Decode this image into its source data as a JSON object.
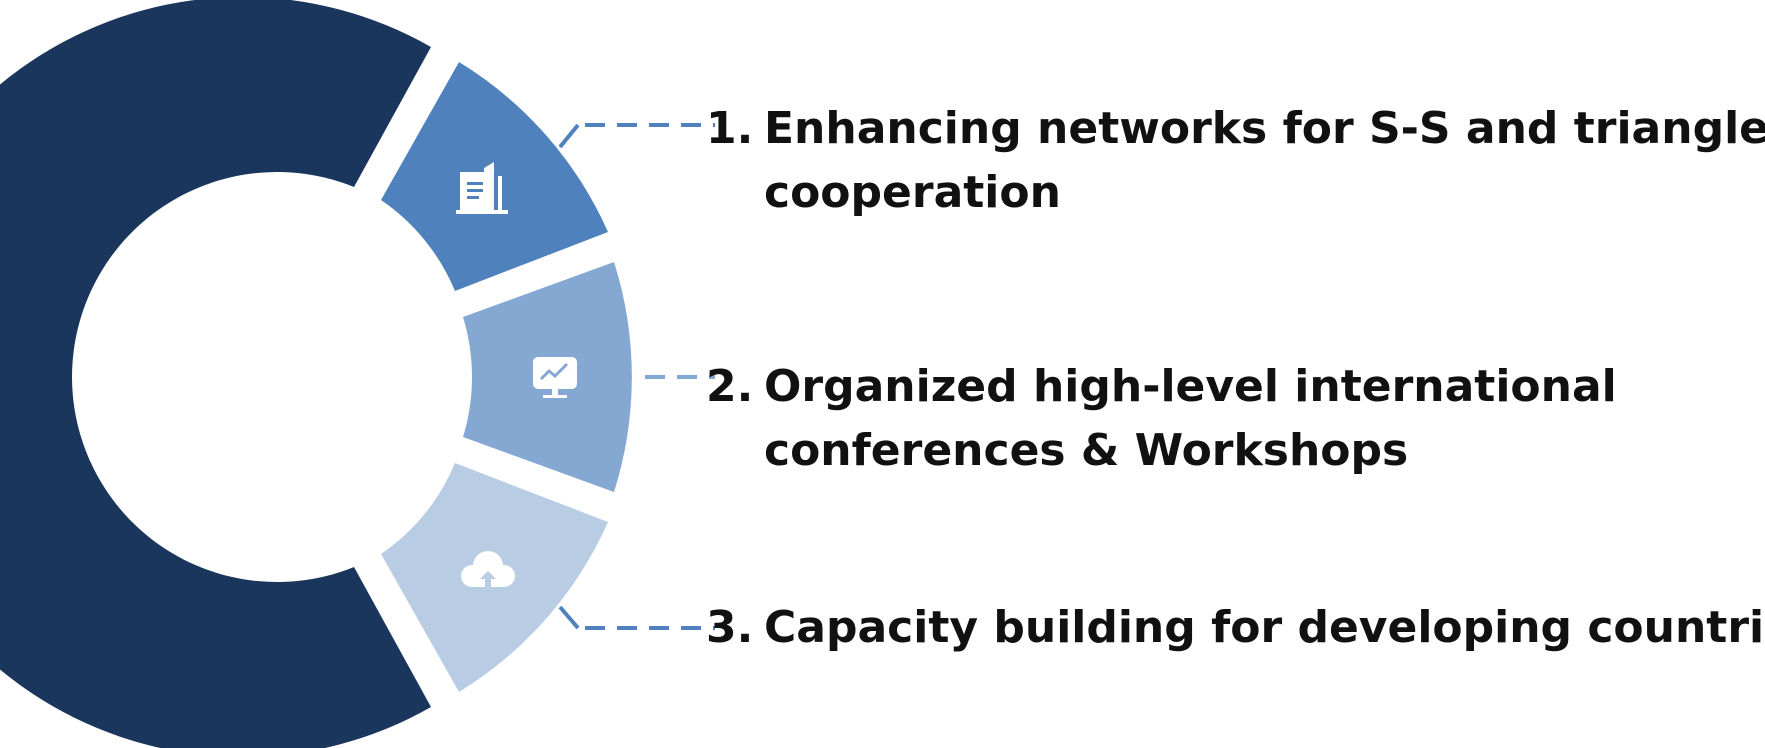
{
  "items": [
    {
      "number": "1.",
      "line1": "Enhancing networks for S-S and triangle",
      "line2": "cooperation",
      "icon": "building-icon"
    },
    {
      "number": "2.",
      "line1": "Organized high-level international",
      "line2": "conferences & Workshops",
      "icon": "monitor-chart-icon"
    },
    {
      "number": "3.",
      "line1": "Capacity building for developing countries",
      "line2": "",
      "icon": "cloud-upload-icon"
    }
  ],
  "colors": {
    "ring_main": "#1b365d",
    "segment_1": "#4f81bd",
    "segment_2": "#85a8d2",
    "segment_3": "#b8cce4",
    "connector": "#4f81bd",
    "text": "#111111",
    "icon": "#ffffff"
  }
}
